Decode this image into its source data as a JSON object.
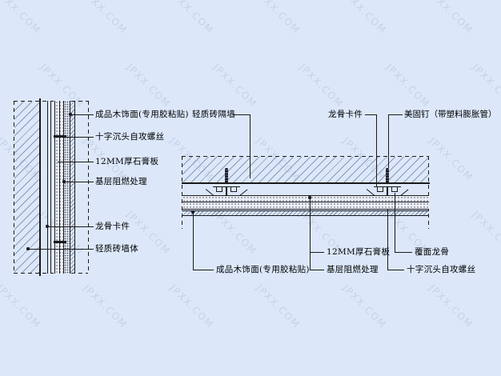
{
  "colors": {
    "background": "#dce8fa",
    "ink": "#1a1a1e",
    "watermark": "#a8b4cc"
  },
  "watermark": {
    "text": "JPXX.COM"
  },
  "wall_section": {
    "labels": {
      "wood_finish": "成品木饰面(专用胶粘贴)",
      "tapping_screw": "十字沉头自攻螺丝",
      "gypsum_board": "12MM厚石膏板",
      "flame_retardant": "基层阻燃处理",
      "keel_clip": "龙骨卡件",
      "brick_wall": "轻质砖墙体"
    }
  },
  "plan_section": {
    "labels": {
      "brick_partition": "轻质砖隔墙",
      "keel_clip": "龙骨卡件",
      "expansion_nail": "美固钉（带塑料膨胀管）",
      "wood_finish": "成品木饰面(专用胶粘贴)",
      "gypsum_board": "12MM厚石膏板",
      "flame_retardant": "基层阻燃处理",
      "cover_keel": "覆面龙骨",
      "tapping_screw": "十字沉头自攻螺丝"
    }
  }
}
